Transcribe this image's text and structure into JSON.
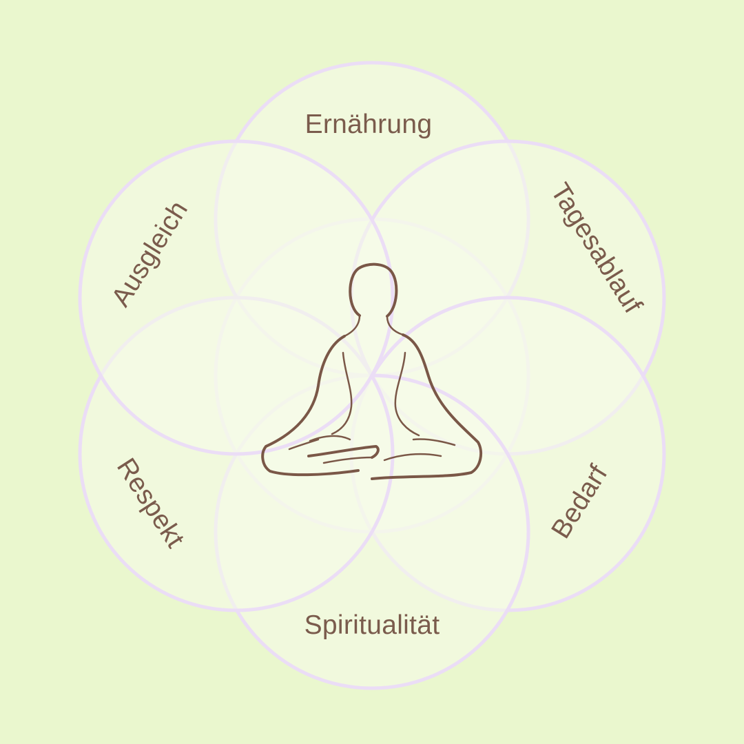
{
  "colors": {
    "background": "#EAF7CE",
    "circle_fill": "#F6FBEA",
    "circle_stroke": "#EBDDF6",
    "text": "#7A5B4C",
    "figure": "#7A5747"
  },
  "center_icon": "meditating-person-icon",
  "labels": {
    "top": "Ernährung",
    "upper_left": "Ausgleich",
    "upper_right": "Tagesablauf",
    "lower_left": "Respekt",
    "lower_right": "Bedarf",
    "bottom": "Spiritualität"
  }
}
